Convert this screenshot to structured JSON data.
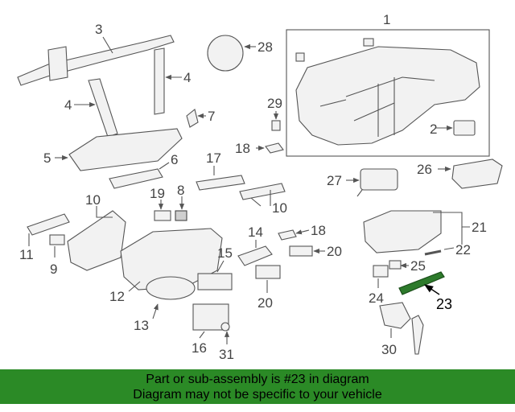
{
  "banner": {
    "line1": "Part or sub-assembly is #23 in diagram",
    "line2": "Diagram may not be specific to your vehicle"
  },
  "callouts": {
    "c1": "1",
    "c2": "2",
    "c3": "3",
    "c4a": "4",
    "c4b": "4",
    "c5": "5",
    "c6": "6",
    "c7": "7",
    "c8": "8",
    "c9": "9",
    "c10a": "10",
    "c10b": "10",
    "c11": "11",
    "c12": "12",
    "c13": "13",
    "c14": "14",
    "c15": "15",
    "c16": "16",
    "c17": "17",
    "c18a": "18",
    "c18b": "18",
    "c19": "19",
    "c20a": "20",
    "c20b": "20",
    "c21": "21",
    "c22": "22",
    "c23": "23",
    "c24": "24",
    "c25": "25",
    "c26": "26",
    "c27": "27",
    "c28": "28",
    "c29": "29",
    "c30": "30",
    "c31": "31"
  },
  "highlighted_part": "23",
  "colors": {
    "banner": "#2b8a26",
    "highlight_part": "#2d7a2b"
  }
}
